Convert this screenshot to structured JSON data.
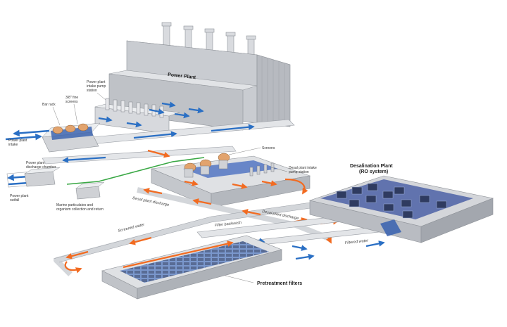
{
  "labels": {
    "power_plant": "Power Plant",
    "power_plant_intake_pump_station": [
      "Power plant",
      "intake pump",
      "station"
    ],
    "fine_rock": "Bar rack",
    "screens_3_8": [
      "3/8\" fine",
      "screens"
    ],
    "power_plant_intake": [
      "Power plant",
      "intake"
    ],
    "power_plant_discharge_chamber": [
      "Power plant",
      "discharge chamber"
    ],
    "power_plant_outfall": [
      "Power plant",
      "outfall"
    ],
    "marine_particulates": [
      "Marine particulates and",
      "organism collection and return"
    ],
    "screens": "Screens",
    "desal_intake_pump_station": [
      "Desal plant intake",
      "pump station"
    ],
    "desalination_plant": [
      "Desalination Plant",
      "(RO system)"
    ],
    "desal_plant_discharge_1": "Desal plant discharge",
    "desal_plant_discharge_2": "Desal plant discharge",
    "screened_water": "Screened water",
    "filter_backwash": "Filter backwash",
    "filtered_water": "Filtered water",
    "pretreatment_filters": "Pretreatment filters"
  },
  "colors": {
    "flow_orange": "#f26b21",
    "flow_blue": "#2a6fc4",
    "flow_green": "#3aa845",
    "concrete_light": "#e9eaec",
    "concrete_mid": "#cfd1d5",
    "concrete_dark": "#a9acb2",
    "roof_blue": "#4d63a8",
    "pipe": "#d7d9dd"
  }
}
